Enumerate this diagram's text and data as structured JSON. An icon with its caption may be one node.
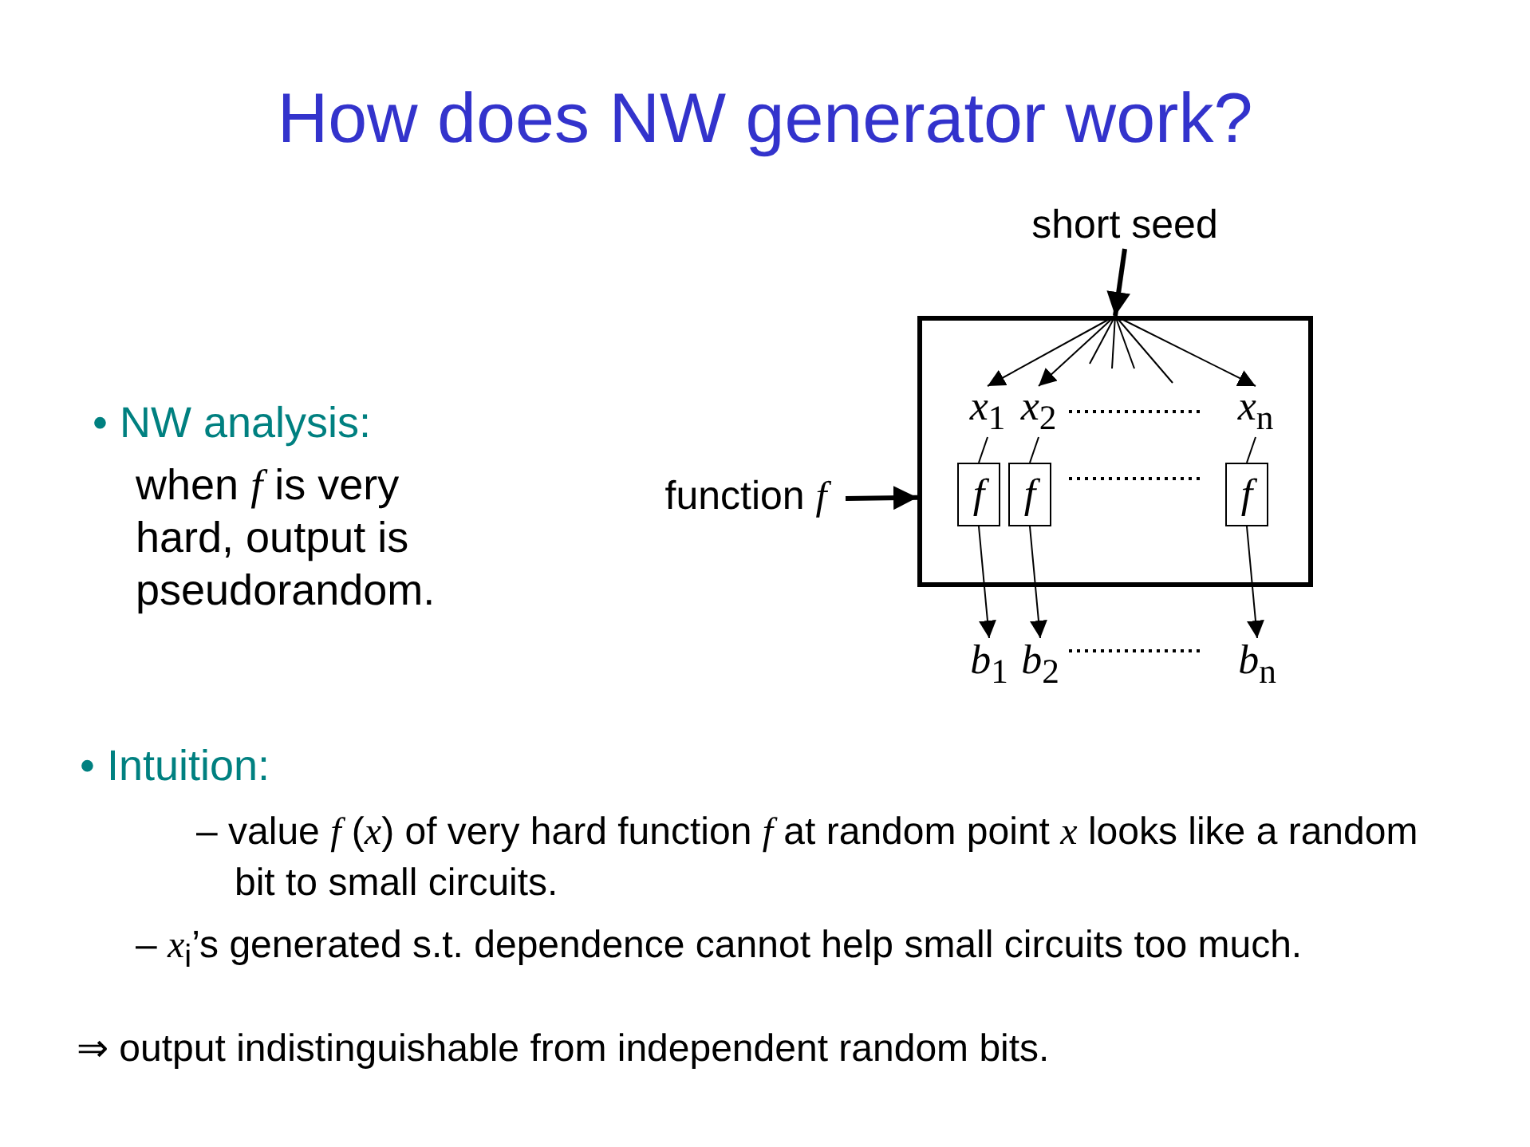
{
  "diagram": {
    "title": "How does NW generator work?",
    "nodes": [
      {
        "text": [
          "short seed"
        ]
      },
      {
        "text": [],
        "shape": "box"
      },
      {
        "text": [
          "function *f*"
        ]
      },
      {
        "text": [
          "*x*$_{1}$"
        ],
        "in": 1
      },
      {
        "text": [
          "*x*$_{2}$"
        ],
        "in": 1
      },
      {
        "text": [
          "*x*$_{n}$"
        ],
        "in": 1
      },
      {
        "text": [
          "*f*"
        ],
        "in": 1
      },
      {
        "text": [
          "*f*"
        ],
        "in": 1
      },
      {
        "text": [
          "*f*"
        ],
        "in": 1
      },
      {
        "text": [
          "*b*$_{1}$"
        ]
      },
      {
        "text": [
          "*b*$_{2}$"
        ]
      },
      {
        "text": [
          "*b*$_{n}$"
        ]
      }
    ],
    "edges": [
      {
        "from": 0,
        "to": 1,
        "arrow": "to",
        "style": "thick"
      },
      {
        "from": 1,
        "to": 3,
        "arrow": "to"
      },
      {
        "from": 1,
        "to": 4,
        "arrow": "to"
      },
      {
        "from": 1,
        "to": 5,
        "arrow": "to"
      },
      {
        "from": 1,
        "to": null,
        "arrow": "none"
      },
      {
        "from": 1,
        "to": null,
        "arrow": "none"
      },
      {
        "from": 1,
        "to": null,
        "arrow": "none"
      },
      {
        "from": 1,
        "to": null,
        "arrow": "none"
      },
      {
        "from": 2,
        "to": 1,
        "arrow": "to",
        "style": "thick"
      },
      {
        "from": 3,
        "to": 6,
        "arrow": "none"
      },
      {
        "from": 4,
        "to": 7,
        "arrow": "none"
      },
      {
        "from": 5,
        "to": 8,
        "arrow": "none"
      },
      {
        "from": 6,
        "to": 9,
        "arrow": "to"
      },
      {
        "from": 7,
        "to": 10,
        "arrow": "to"
      },
      {
        "from": 8,
        "to": 11,
        "arrow": "to"
      }
    ],
    "labels": [
      "• NW analysis:",
      "when *f* is very hard, output is pseudorandom.",
      "• Intuition:",
      "– value *f* (*x*) of very hard function *f* at random point *x* looks like a random bit to small circuits.",
      "– *x*$_{i}$’s generated s.t. dependence cannot help small circuits too much.",
      "⇒ output indistinguishable from independent random bits."
    ]
  }
}
